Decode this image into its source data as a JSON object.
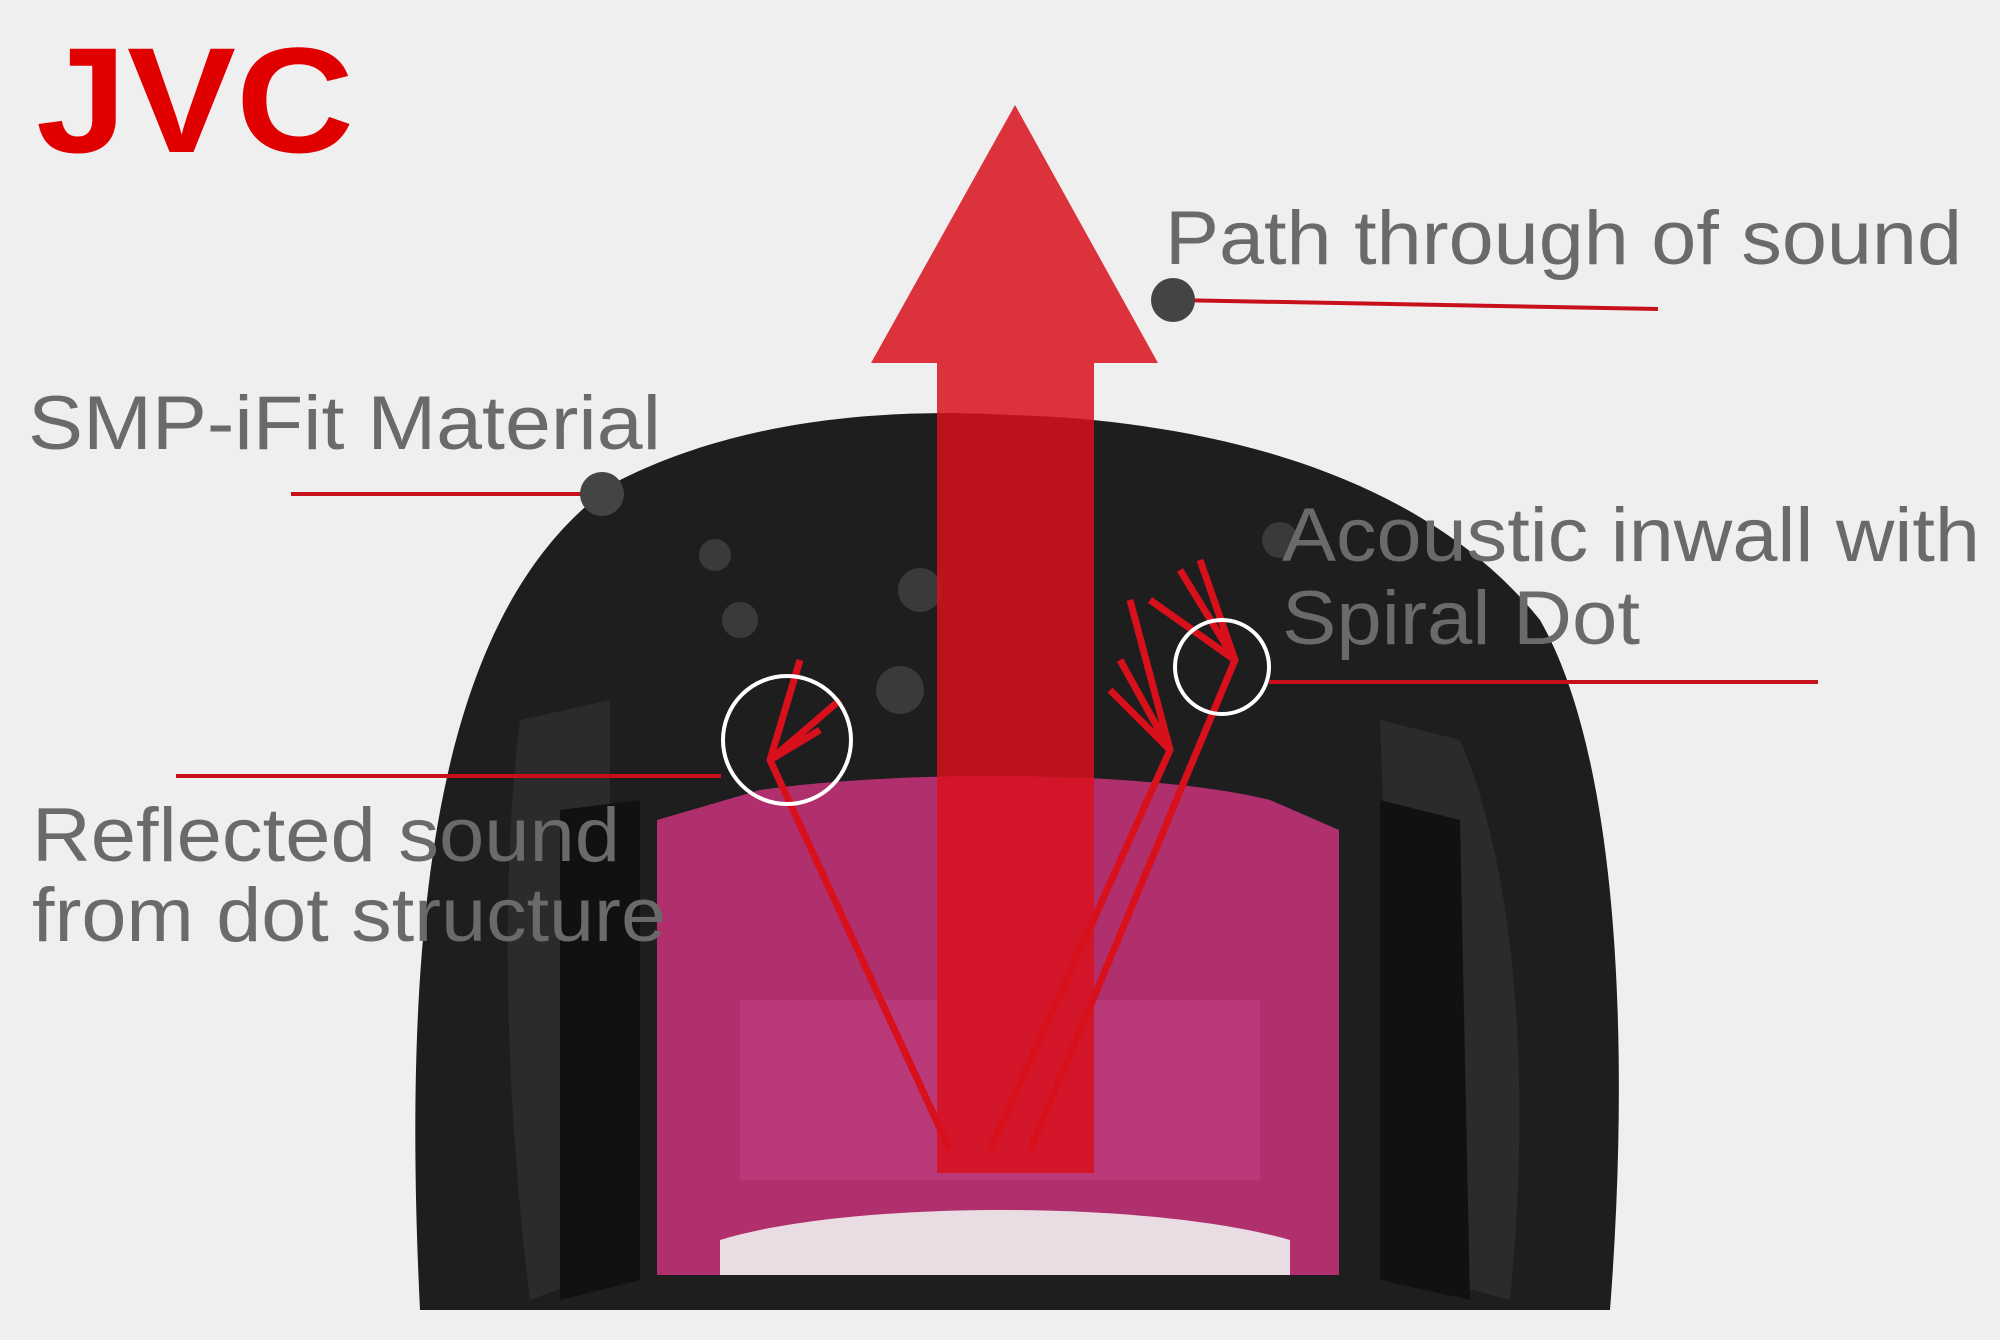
{
  "logo": {
    "text": "JVC"
  },
  "labels": {
    "path": "Path through of sound",
    "material": "SMP-iFit Material",
    "inwall_line1": "Acoustic inwall with",
    "inwall_line2": "Spiral Dot",
    "reflected_line1": "Reflected sound",
    "reflected_line2": "from dot structure"
  },
  "colors": {
    "background": "#efefef",
    "brand_red": "#e00000",
    "arrow": "#d8101c",
    "tip_black": "#1e1e1e",
    "core_pink": "#b0306e",
    "label_gray": "#6a6a6a"
  }
}
